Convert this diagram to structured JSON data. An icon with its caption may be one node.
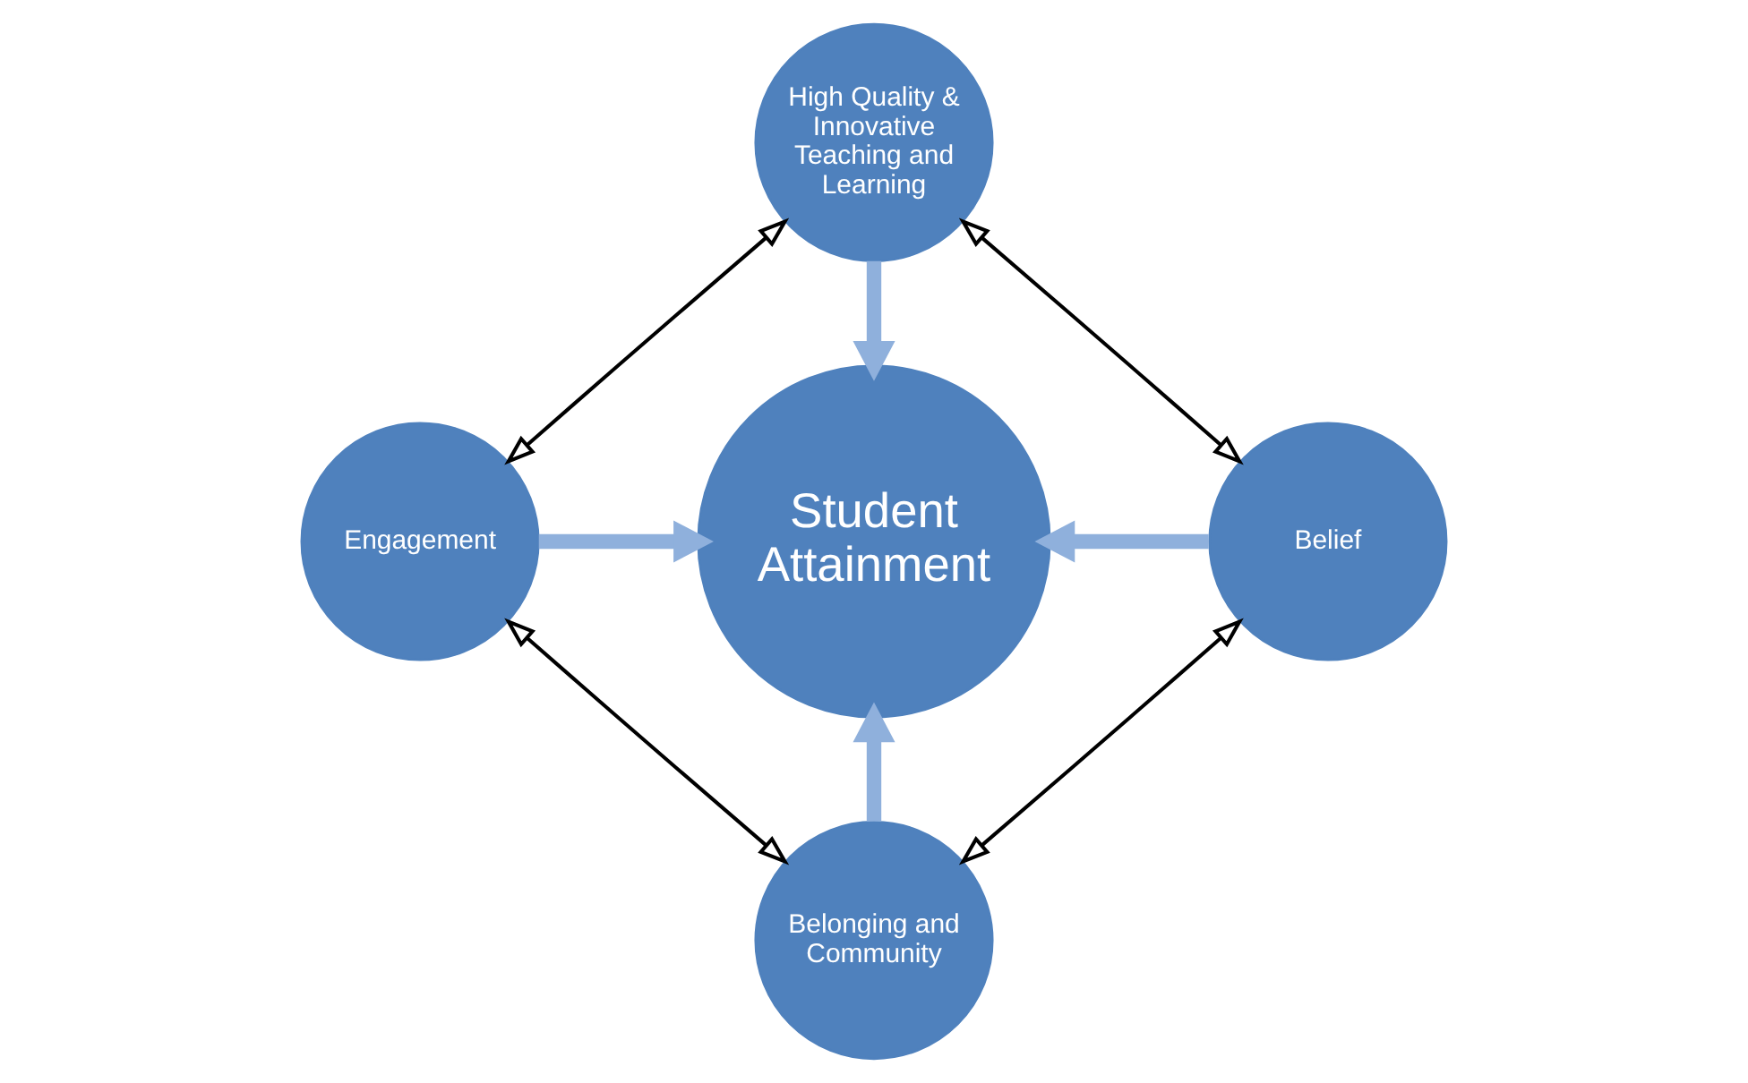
{
  "diagram": {
    "nodes": [
      {
        "text": [
          "Student Attainment"
        ]
      },
      {
        "text": [
          "High Quality & Innovative Teaching and Learning"
        ]
      },
      {
        "text": [
          "Engagement"
        ]
      },
      {
        "text": [
          "Belief"
        ]
      },
      {
        "text": [
          "Belonging and Community"
        ]
      }
    ],
    "edges": [
      {
        "from": 1,
        "to": 0,
        "arrow": "to",
        "style": "thick"
      },
      {
        "from": 2,
        "to": 0,
        "arrow": "to",
        "style": "thick"
      },
      {
        "from": 3,
        "to": 0,
        "arrow": "to",
        "style": "thick"
      },
      {
        "from": 4,
        "to": 0,
        "arrow": "to",
        "style": "thick"
      },
      {
        "from": 2,
        "to": 1,
        "arrow": "both",
        "color": "#000000"
      },
      {
        "from": 1,
        "to": 3,
        "arrow": "both",
        "color": "#000000"
      },
      {
        "from": 2,
        "to": 4,
        "arrow": "both",
        "color": "#000000"
      },
      {
        "from": 4,
        "to": 3,
        "arrow": "both",
        "color": "#000000"
      }
    ]
  }
}
